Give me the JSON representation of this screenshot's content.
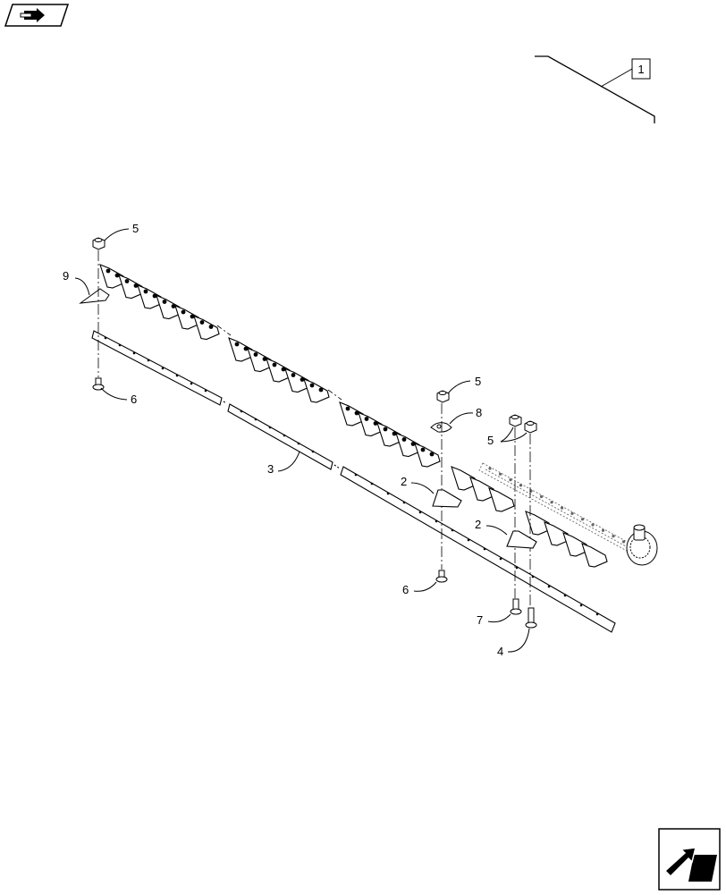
{
  "nav": {
    "back_icon": "parallelogram-arrow-icon",
    "forward_icon": "arrow-to-page-icon"
  },
  "assembly": {
    "reference_label": "1"
  },
  "callouts": {
    "p5_top": "5",
    "p9": "9",
    "p6_left": "6",
    "p3": "3",
    "p5_mid": "5",
    "p8": "8",
    "p5_right": "5",
    "p2_upper": "2",
    "p2_lower": "2",
    "p6_bottom": "6",
    "p7": "7",
    "p4": "4"
  },
  "colors": {
    "line": "#000000",
    "ghost": "#666666",
    "fill": "#ffffff"
  }
}
